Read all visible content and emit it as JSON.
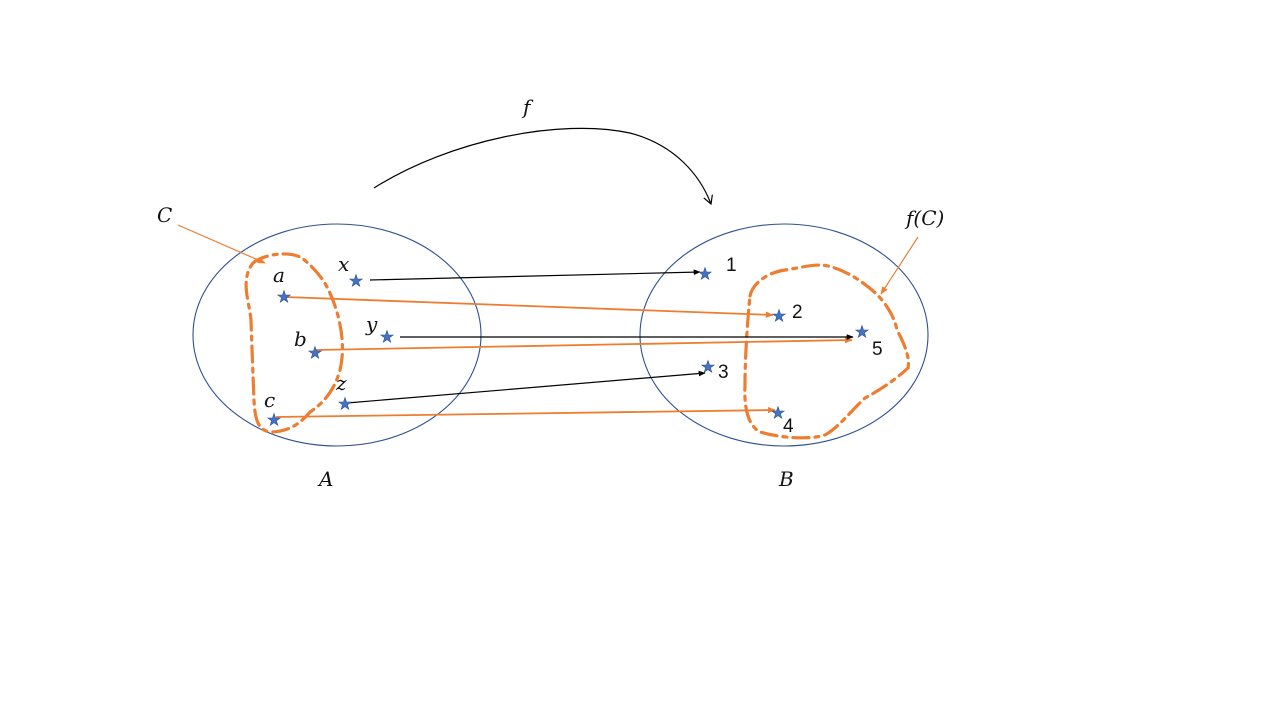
{
  "labels": {
    "function": "f",
    "subset": "C",
    "image": "f(C)",
    "set_a": "A",
    "set_b": "B"
  },
  "domain_points": [
    "a",
    "b",
    "c",
    "x",
    "y",
    "z"
  ],
  "codomain_points": [
    "1",
    "2",
    "3",
    "4",
    "5"
  ],
  "mappings": [
    {
      "from": "a",
      "to": "2",
      "in_subset": true
    },
    {
      "from": "b",
      "to": "5",
      "in_subset": true
    },
    {
      "from": "c",
      "to": "4",
      "in_subset": true
    },
    {
      "from": "x",
      "to": "1",
      "in_subset": false
    },
    {
      "from": "y",
      "to": "5",
      "in_subset": false
    },
    {
      "from": "z",
      "to": "3",
      "in_subset": false
    }
  ],
  "colors": {
    "set_outline": "#2f528f",
    "subset_highlight": "#ed7d31",
    "point": "#4472c4",
    "plain_arrow": "#000000"
  }
}
